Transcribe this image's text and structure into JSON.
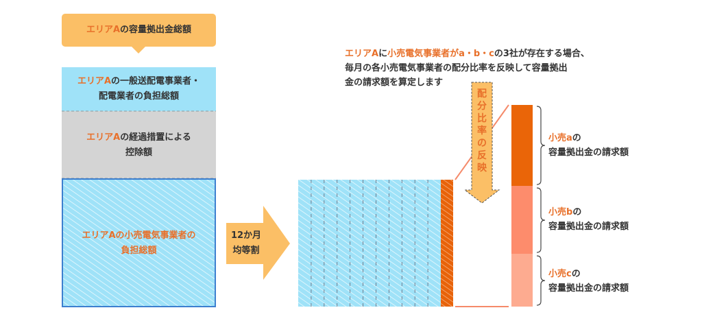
{
  "header": {
    "area": "エリアA",
    "rest": "の容量拠出金総額"
  },
  "block_tso": {
    "area": "エリアA",
    "line1_rest": "の一般送配電事業者・",
    "line2": "配電業者の負担総額"
  },
  "block_deduction": {
    "area": "エリアA",
    "line1_rest": "の経過措置による",
    "line2": "控除額"
  },
  "block_retail": {
    "line1": "エリアAの小売電気事業者の",
    "line2": "負担総額"
  },
  "arrow_split": {
    "line1": "12か月",
    "line2": "均等割"
  },
  "note": {
    "area": "エリアA",
    "p1": "に",
    "retailers": "小売電気事業者がa・b・c",
    "p2": "の3社が存在する場合、",
    "line2": "毎月の各小売電気事業者の配分比率を反映して容量拠出",
    "line3": "金の請求額を算定します"
  },
  "ratio_arrow": {
    "label": "配分比率の反映"
  },
  "retailers": [
    {
      "name": "小売a",
      "suffix": "の",
      "line2": "容量拠出金の請求額",
      "color": "#ea6508"
    },
    {
      "name": "小売b",
      "suffix": "の",
      "line2": "容量拠出金の請求額",
      "color": "#fd8c6c"
    },
    {
      "name": "小売c",
      "suffix": "の",
      "line2": "容量拠出金の請求額",
      "color": "#fdab90"
    }
  ],
  "months_count": 12
}
